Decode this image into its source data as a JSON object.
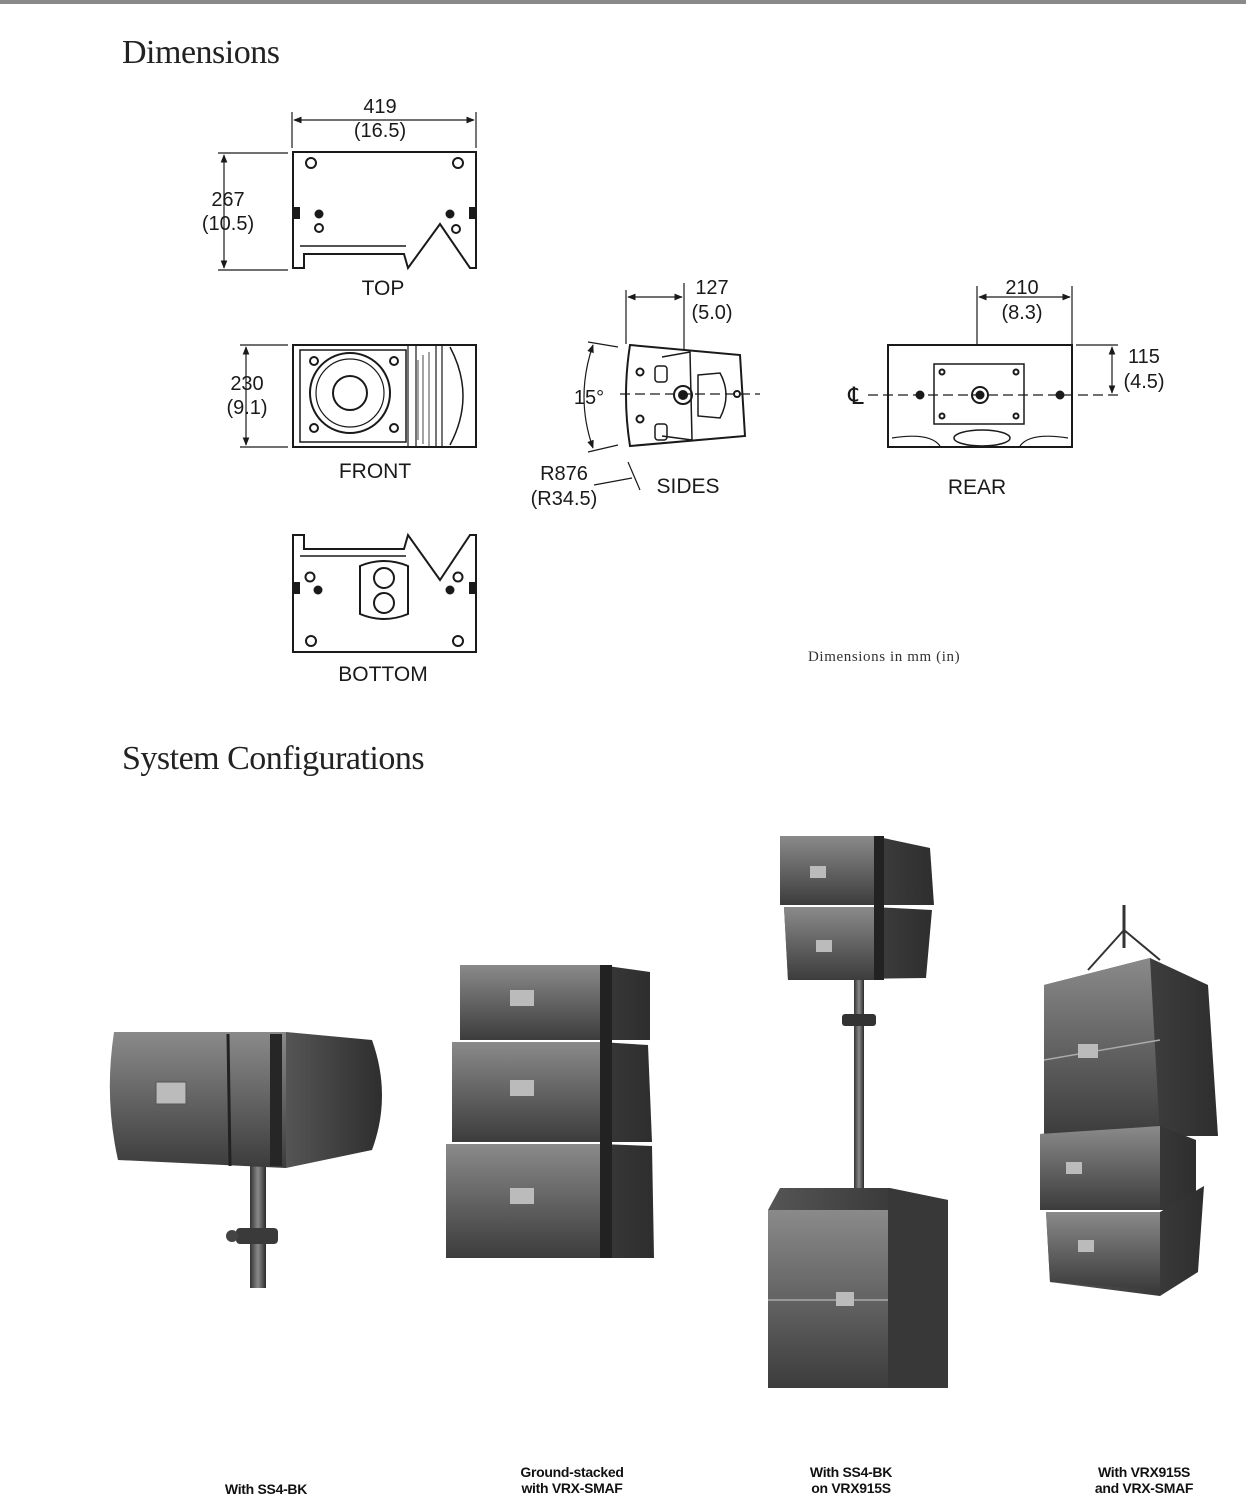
{
  "headings": {
    "dimensions": "Dimensions",
    "system_configurations": "System Configurations"
  },
  "drawings": {
    "top": {
      "label": "TOP",
      "width_mm": "419",
      "width_in": "(16.5)",
      "depth_mm": "267",
      "depth_in": "(10.5)"
    },
    "front": {
      "label": "FRONT",
      "height_mm": "230",
      "height_in": "(9.1)"
    },
    "sides": {
      "label": "SIDES",
      "depth_mm": "127",
      "depth_in": "(5.0)",
      "angle": "15°",
      "radius_mm": "R876",
      "radius_in": "(R34.5)"
    },
    "rear": {
      "label": "REAR",
      "offset_mm": "210",
      "offset_in": "(8.3)",
      "height_mm": "115",
      "height_in": "(4.5)",
      "centerline_symbol": "℄"
    },
    "bottom": {
      "label": "BOTTOM"
    }
  },
  "note": "Dimensions in mm (in)",
  "configurations": [
    {
      "caption_line1": "With SS4-BK",
      "caption_line2": ""
    },
    {
      "caption_line1": "Ground-stacked",
      "caption_line2": "with VRX-SMAF"
    },
    {
      "caption_line1": "With SS4-BK",
      "caption_line2": "on VRX915S"
    },
    {
      "caption_line1": "With VRX915S",
      "caption_line2": "and VRX-SMAF"
    }
  ],
  "colors": {
    "ink": "#1a1a1a",
    "speaker_dark": "#4a4a4a",
    "speaker_mid": "#6a6a6a",
    "rule": "#8a8a8a"
  }
}
